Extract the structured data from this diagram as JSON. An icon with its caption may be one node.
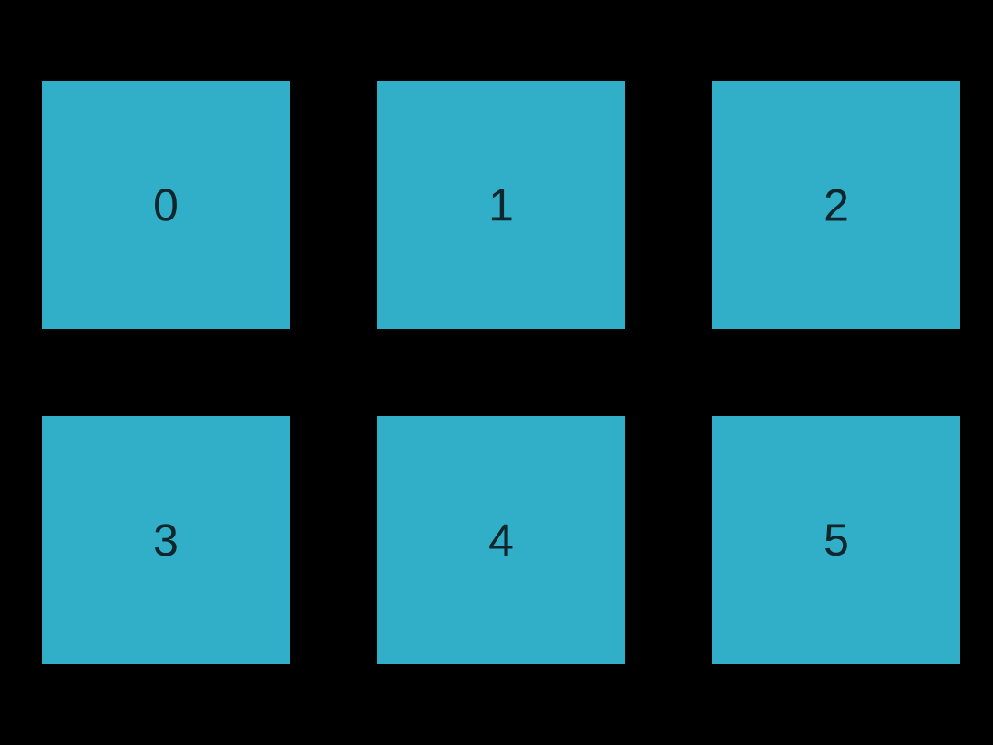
{
  "diagram": {
    "nodes": [
      {
        "text": [
          "0"
        ]
      },
      {
        "text": [
          "1"
        ]
      },
      {
        "text": [
          "2"
        ]
      },
      {
        "text": [
          "3"
        ]
      },
      {
        "text": [
          "4"
        ]
      },
      {
        "text": [
          "5"
        ]
      }
    ]
  }
}
